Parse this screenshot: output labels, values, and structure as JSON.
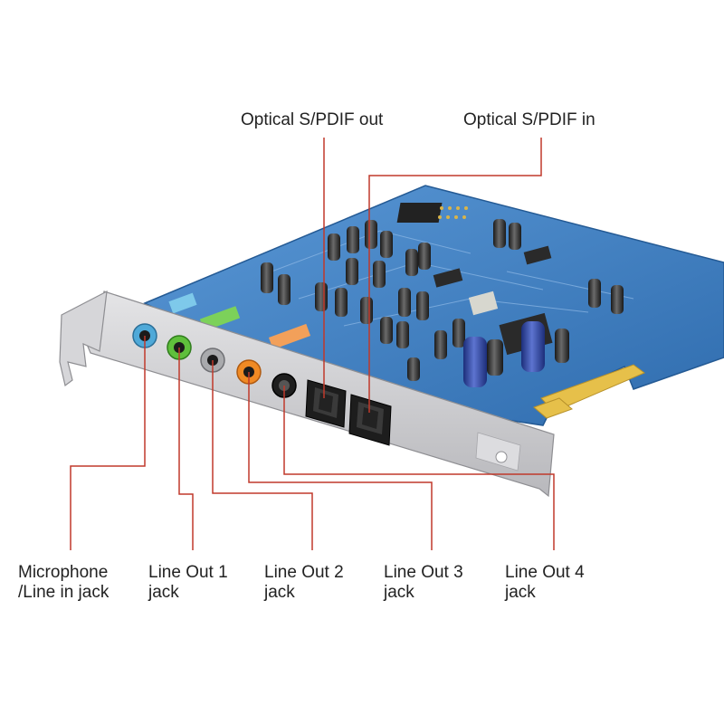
{
  "diagram": {
    "callouts": {
      "spdif_out": "Optical S/PDIF out",
      "spdif_in": "Optical S/PDIF in"
    },
    "jacks": {
      "mic": {
        "line1": "Microphone",
        "line2": "/Line in jack"
      },
      "out1": {
        "line1": "Line Out 1",
        "line2": "jack"
      },
      "out2": {
        "line1": "Line Out 2",
        "line2": "jack"
      },
      "out3": {
        "line1": "Line Out 3",
        "line2": "jack"
      },
      "out4": {
        "line1": "Line Out 4",
        "line2": "jack"
      }
    },
    "colors": {
      "leader_line": "#c0392b",
      "board": "#3f7fc0",
      "bracket": "#c9c9cc",
      "jack_mic": "#4fa9d8",
      "jack_out1": "#5fbf3c",
      "jack_out2": "#a9aaad",
      "jack_out3": "#f08a24",
      "jack_out4": "#1e1e1e",
      "gold_contacts": "#e6c04a"
    }
  }
}
